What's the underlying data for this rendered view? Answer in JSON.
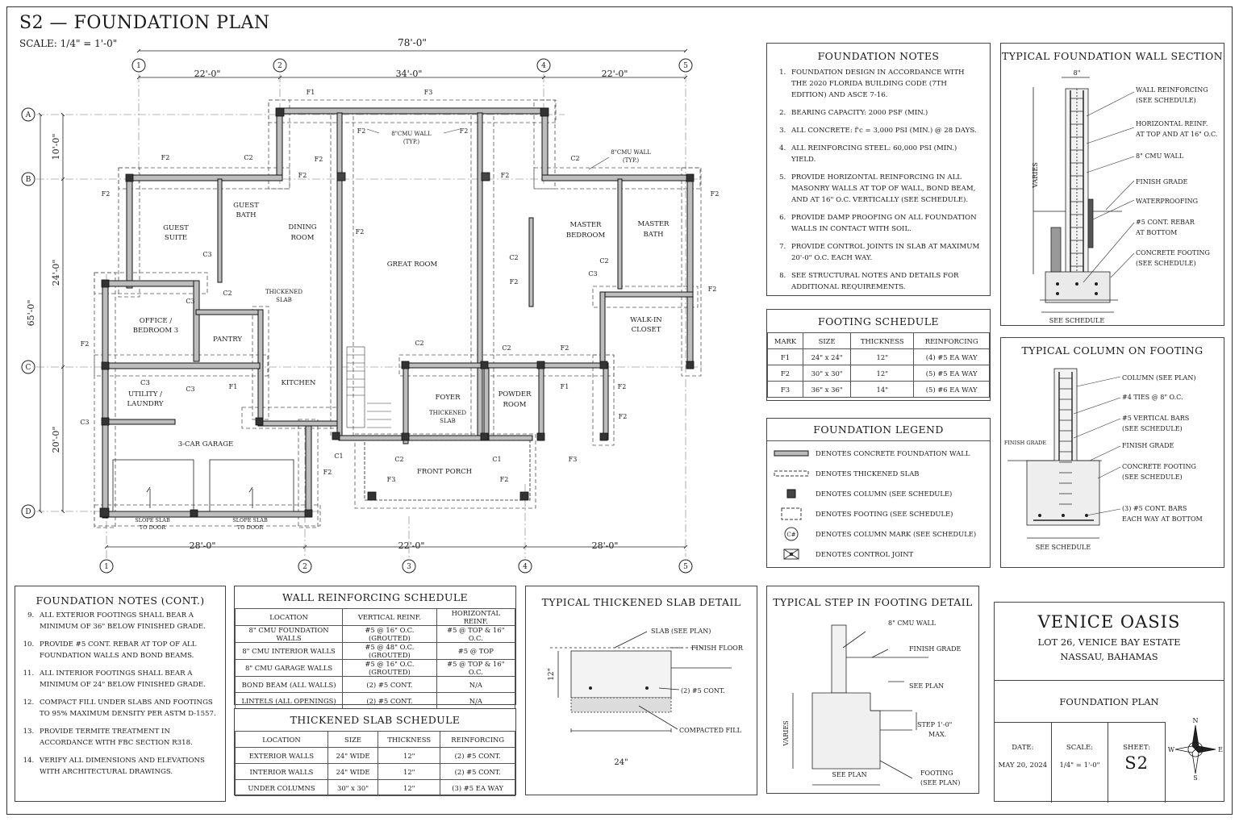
{
  "sheet": {
    "title": "S2 — FOUNDATION PLAN",
    "scale": "SCALE: 1/4\" = 1'-0\""
  },
  "plan": {
    "overall_width": "78'-0\"",
    "overall_depth": "65'-0\"",
    "top_dims": [
      "22'-0\"",
      "34'-0\"",
      "22'-0\""
    ],
    "bottom_dims": [
      "28'-0\"",
      "22'-0\"",
      "28'-0\""
    ],
    "left_dims": [
      "10'-0\"",
      "24'-0\"",
      "20'-0\""
    ],
    "grid_top": [
      "1",
      "2",
      "4",
      "5"
    ],
    "grid_bottom": [
      "1",
      "2",
      "3",
      "4",
      "5"
    ],
    "grid_rows": [
      "A",
      "B",
      "C",
      "D"
    ],
    "rooms": {
      "guest_suite": [
        "GUEST",
        "SUITE"
      ],
      "guest_bath": [
        "GUEST",
        "BATH"
      ],
      "dining": [
        "DINING",
        "ROOM"
      ],
      "great_room": "GREAT ROOM",
      "master_bedroom": [
        "MASTER",
        "BEDROOM"
      ],
      "master_bath": [
        "MASTER",
        "BATH"
      ],
      "office": [
        "OFFICE /",
        "BEDROOM 3"
      ],
      "pantry": "PANTRY",
      "thickened_slab": [
        "THICKENED",
        "SLAB"
      ],
      "walk_in": [
        "WALK-IN",
        "CLOSET"
      ],
      "kitchen": "KITCHEN",
      "utility": [
        "C3",
        "UTILITY /",
        "LAUNDRY"
      ],
      "foyer": "FOYER",
      "foyer_slab": [
        "THICKENED",
        "SLAB"
      ],
      "powder": [
        "POWDER",
        "ROOM"
      ],
      "garage": "3-CAR GARAGE",
      "front_porch": "FRONT PORCH",
      "slope1": [
        "SLOPE SLAB",
        "TO DOOR"
      ],
      "slope2": [
        "SLOPE SLAB",
        "TO DOOR"
      ]
    },
    "callouts": {
      "cmu_wall": [
        "8\"CMU WALL",
        "(TYP.)"
      ],
      "cmu_wall2": [
        "8\"CMU WALL",
        "(TYP.)"
      ]
    },
    "marks": [
      {
        "t": "F1"
      },
      {
        "t": "F3"
      },
      {
        "t": "F2"
      },
      {
        "t": "F2"
      },
      {
        "t": "F2"
      },
      {
        "t": "C2"
      },
      {
        "t": "F2"
      },
      {
        "t": "F2"
      },
      {
        "t": "C2"
      },
      {
        "t": "F2"
      },
      {
        "t": "F2"
      },
      {
        "t": "F2"
      },
      {
        "t": "C3"
      },
      {
        "t": "C2"
      },
      {
        "t": "C2"
      },
      {
        "t": "C2"
      },
      {
        "t": "F2"
      },
      {
        "t": "C3"
      },
      {
        "t": "F2"
      },
      {
        "t": "F2"
      },
      {
        "t": "C3"
      },
      {
        "t": "C2"
      },
      {
        "t": "C2"
      },
      {
        "t": "F1"
      },
      {
        "t": "F2"
      },
      {
        "t": "F1"
      },
      {
        "t": "C3"
      },
      {
        "t": "F2"
      },
      {
        "t": "C1"
      },
      {
        "t": "C2"
      },
      {
        "t": "C1"
      },
      {
        "t": "F3"
      },
      {
        "t": "F3"
      },
      {
        "t": "F2"
      },
      {
        "t": "F2"
      },
      {
        "t": "C3"
      },
      {
        "t": "F2"
      },
      {
        "t": "F2"
      }
    ]
  },
  "foundation_notes": {
    "title": "FOUNDATION NOTES",
    "items": [
      "FOUNDATION DESIGN IN ACCORDANCE WITH THE 2020 FLORIDA BUILDING CODE (7TH EDITION) AND ASCE 7-16.",
      "BEARING CAPACITY: 2000 PSF (MIN.)",
      "ALL CONCRETE: f'c = 3,000 PSI (MIN.) @ 28 DAYS.",
      "ALL REINFORCING STEEL: 60,000 PSI (MIN.) YIELD.",
      "PROVIDE HORIZONTAL REINFORCING IN ALL MASONRY WALLS AT TOP OF WALL, BOND BEAM, AND AT 16\" O.C. VERTICALLY (SEE SCHEDULE).",
      "PROVIDE DAMP PROOFING ON ALL FOUNDATION WALLS IN CONTACT WITH SOIL.",
      "PROVIDE CONTROL JOINTS IN SLAB AT MAXIMUM 20'-0\" O.C. EACH WAY.",
      "SEE STRUCTURAL NOTES AND DETAILS FOR ADDITIONAL REQUIREMENTS."
    ]
  },
  "footing_schedule": {
    "title": "FOOTING SCHEDULE",
    "headers": [
      "MARK",
      "SIZE",
      "THICKNESS",
      "REINFORCING"
    ],
    "rows": [
      [
        "F1",
        "24\" x 24\"",
        "12\"",
        "(4) #5 EA WAY"
      ],
      [
        "F2",
        "30\" x 30\"",
        "12\"",
        "(5) #5 EA WAY"
      ],
      [
        "F3",
        "36\" x 36\"",
        "14\"",
        "(5) #6 EA WAY"
      ]
    ]
  },
  "legend": {
    "title": "FOUNDATION LEGEND",
    "items": [
      "DENOTES CONCRETE FOUNDATION WALL",
      "DENOTES THICKENED SLAB",
      "DENOTES COLUMN (SEE SCHEDULE)",
      "DENOTES FOOTING (SEE SCHEDULE)",
      "DENOTES COLUMN MARK (SEE SCHEDULE)",
      "DENOTES CONTROL JOINT"
    ],
    "col_mark_symbol": "C#"
  },
  "wall_section": {
    "title": "TYPICAL FOUNDATION WALL SECTION",
    "dim_width": "8\"",
    "varies": "VARIES",
    "see_schedule": "SEE SCHEDULE",
    "labels": [
      [
        "WALL REINFORCING",
        "(SEE SCHEDULE)"
      ],
      [
        "HORIZONTAL REINF.",
        "AT TOP AND AT 16\" O.C."
      ],
      [
        "8\" CMU WALL"
      ],
      [
        "FINISH GRADE"
      ],
      [
        "WATERPROOFING"
      ],
      [
        "#5 CONT. REBAR",
        "AT BOTTOM"
      ],
      [
        "CONCRETE FOOTING",
        "(SEE SCHEDULE)"
      ]
    ]
  },
  "column_footing": {
    "title": "TYPICAL COLUMN ON FOOTING",
    "finish_grade_left": "FINISH GRADE",
    "see_schedule": "SEE SCHEDULE",
    "labels": [
      [
        "COLUMN (SEE PLAN)"
      ],
      [
        "#4 TIES @ 8\" O.C."
      ],
      [
        "#5 VERTICAL BARS",
        "(SEE SCHEDULE)"
      ],
      [
        "FINISH GRADE"
      ],
      [
        "CONCRETE FOOTING",
        "(SEE SCHEDULE)"
      ],
      [
        "(3) #5 CONT. BARS",
        "EACH WAY AT BOTTOM"
      ]
    ]
  },
  "notes_cont": {
    "title": "FOUNDATION NOTES (CONT.)",
    "start": 9,
    "items": [
      "ALL EXTERIOR FOOTINGS SHALL BEAR A MINIMUM OF 36\" BELOW FINISHED GRADE.",
      "PROVIDE #5 CONT. REBAR AT TOP OF ALL FOUNDATION WALLS AND BOND BEAMS.",
      "ALL INTERIOR FOOTINGS SHALL BEAR A MINIMUM OF 24\" BELOW FINISHED GRADE.",
      "COMPACT FILL UNDER SLABS AND FOOTINGS TO 95% MAXIMUM DENSITY PER ASTM D-1557.",
      "PROVIDE TERMITE TREATMENT IN ACCORDANCE WITH FBC SECTION R318.",
      "VERIFY ALL DIMENSIONS AND ELEVATIONS WITH ARCHITECTURAL DRAWINGS."
    ]
  },
  "wall_reinf": {
    "title": "WALL REINFORCING SCHEDULE",
    "headers": [
      "LOCATION",
      "VERTICAL REINF.",
      "HORIZONTAL REINF."
    ],
    "rows": [
      [
        "8\" CMU FOUNDATION WALLS",
        "#5 @ 16\" O.C. (GROUTED)",
        "#5 @ TOP & 16\" O.C."
      ],
      [
        "8\" CMU INTERIOR WALLS",
        "#5 @ 48\" O.C. (GROUTED)",
        "#5 @ TOP"
      ],
      [
        "8\" CMU GARAGE WALLS",
        "#5 @ 16\" O.C. (GROUTED)",
        "#5 @ TOP & 16\" O.C."
      ],
      [
        "BOND BEAM (ALL WALLS)",
        "(2) #5 CONT.",
        "N/A"
      ],
      [
        "LINTELS (ALL OPENINGS)",
        "(2) #5 CONT.",
        "N/A"
      ]
    ]
  },
  "slab_sched": {
    "title": "THICKENED SLAB SCHEDULE",
    "headers": [
      "LOCATION",
      "SIZE",
      "THICKNESS",
      "REINFORCING"
    ],
    "rows": [
      [
        "EXTERIOR WALLS",
        "24\" WIDE",
        "12\"",
        "(2) #5 CONT."
      ],
      [
        "INTERIOR WALLS",
        "24\" WIDE",
        "12\"",
        "(2) #5 CONT."
      ],
      [
        "UNDER COLUMNS",
        "30\" x 30\"",
        "12\"",
        "(3) #5 EA WAY"
      ]
    ]
  },
  "slab_detail": {
    "title": "TYPICAL THICKENED SLAB DETAIL",
    "labels": [
      "SLAB (SEE PLAN)",
      "FINISH FLOOR",
      "(2) #5 CONT.",
      "COMPACTED FILL"
    ],
    "dim_h": "12\"",
    "dim_w": "24\""
  },
  "step_detail": {
    "title": "TYPICAL STEP IN FOOTING DETAIL",
    "labels": [
      "8\" CMU WALL",
      "FINISH GRADE",
      "SEE PLAN",
      "STEP 1'-0\"",
      "MAX.",
      "FOOTING",
      "(SEE PLAN)"
    ],
    "varies": "VARIES",
    "see_plan_bottom": "SEE PLAN"
  },
  "title_block": {
    "project": "VENICE OASIS",
    "lot": "LOT 26, VENICE BAY ESTATE",
    "city": "NASSAU, BAHAMAS",
    "drawing": "FOUNDATION PLAN",
    "date_label": "DATE:",
    "date": "MAY 20, 2024",
    "scale_label": "SCALE:",
    "scale": "1/4\" = 1'-0\"",
    "sheet_label": "SHEET:",
    "sheet": "S2",
    "compass": [
      "N",
      "E",
      "S",
      "W"
    ]
  }
}
